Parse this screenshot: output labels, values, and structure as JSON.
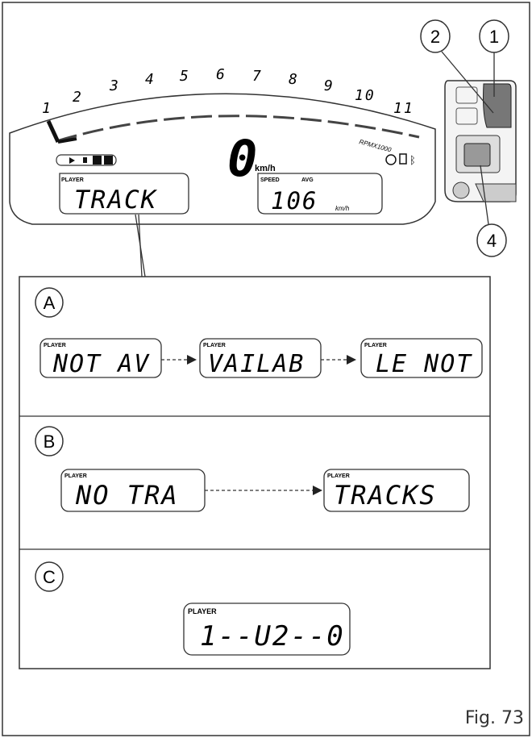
{
  "dashboard": {
    "rpm_ticks": [
      "1",
      "2",
      "3",
      "4",
      "5",
      "6",
      "7",
      "8",
      "9",
      "10",
      "11"
    ],
    "rpm_unit": "RPMX1000",
    "speed_value": "0",
    "speed_unit": "km/h",
    "left_box_label": "PLAYER",
    "left_box_text": "TRACK",
    "right_box_label": "SPEED",
    "right_box_avg": "AVG",
    "right_box_value": "106",
    "right_box_unit": "km/h"
  },
  "callouts": [
    "1",
    "2",
    "4"
  ],
  "panels": [
    {
      "letter": "A",
      "screens": [
        {
          "label": "PLAYER",
          "text": "NOT AV"
        },
        {
          "label": "PLAYER",
          "text": "VAILAB"
        },
        {
          "label": "PLAYER",
          "text": "LE NOT"
        }
      ]
    },
    {
      "letter": "B",
      "screens": [
        {
          "label": "PLAYER",
          "text": "NO TRA"
        },
        {
          "label": "PLAYER",
          "text": "TRACKS"
        }
      ]
    },
    {
      "letter": "C",
      "screens": [
        {
          "label": "PLAYER",
          "text": "1--U2--0"
        }
      ]
    }
  ],
  "caption": "Fig. 73"
}
